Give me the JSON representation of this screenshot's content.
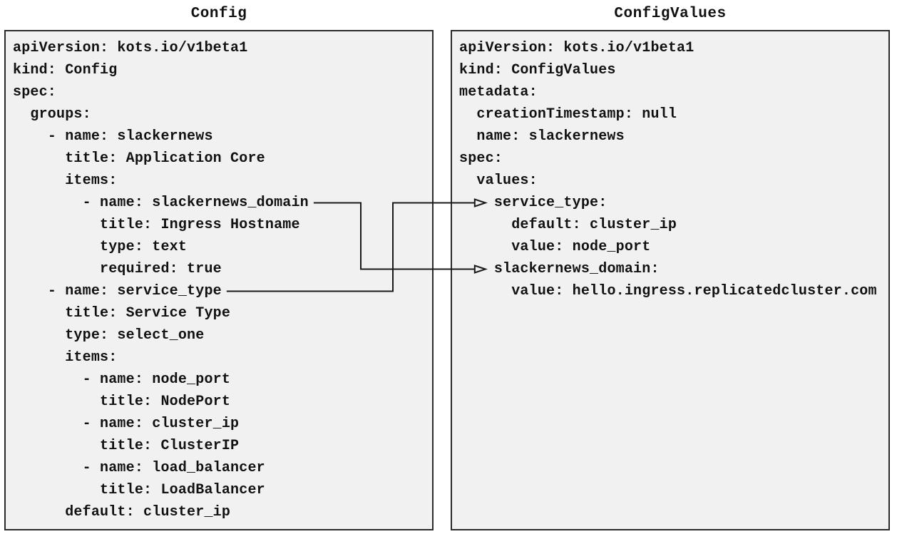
{
  "colors": {
    "background": "#ffffff",
    "panel_bg": "#f1f1f1",
    "panel_border": "#2b2b2b",
    "text": "#111111",
    "connector": "#1a1a1a"
  },
  "panels": [
    {
      "id": "config",
      "title": "Config",
      "lines": [
        "apiVersion: kots.io/v1beta1",
        "kind: Config",
        "spec:",
        "  groups:",
        "    - name: slackernews",
        "      title: Application Core",
        "      items:",
        "        - name: slackernews_domain",
        "          title: Ingress Hostname",
        "          type: text",
        "          required: true",
        "    - name: service_type",
        "      title: Service Type",
        "      type: select_one",
        "      items:",
        "        - name: node_port",
        "          title: NodePort",
        "        - name: cluster_ip",
        "          title: ClusterIP",
        "        - name: load_balancer",
        "          title: LoadBalancer",
        "      default: cluster_ip"
      ]
    },
    {
      "id": "configvalues",
      "title": "ConfigValues",
      "lines": [
        "apiVersion: kots.io/v1beta1",
        "kind: ConfigValues",
        "metadata:",
        "  creationTimestamp: null",
        "  name: slackernews",
        "spec:",
        "  values:",
        "    service_type:",
        "      default: cluster_ip",
        "      value: node_port",
        "    slackernews_domain:",
        "      value: hello.ingress.replicatedcluster.com"
      ]
    }
  ],
  "connectors": [
    {
      "name": "connector-slackernews-domain",
      "from_panel": 0,
      "from_line": 7,
      "from_text": "- name: slackernews_domain",
      "to_panel": 1,
      "to_line": 10,
      "to_text": "slackernews_domain:"
    },
    {
      "name": "connector-service-type",
      "from_panel": 0,
      "from_line": 11,
      "from_text": "- name: service_type",
      "to_panel": 1,
      "to_line": 7,
      "to_text": "service_type:"
    }
  ]
}
